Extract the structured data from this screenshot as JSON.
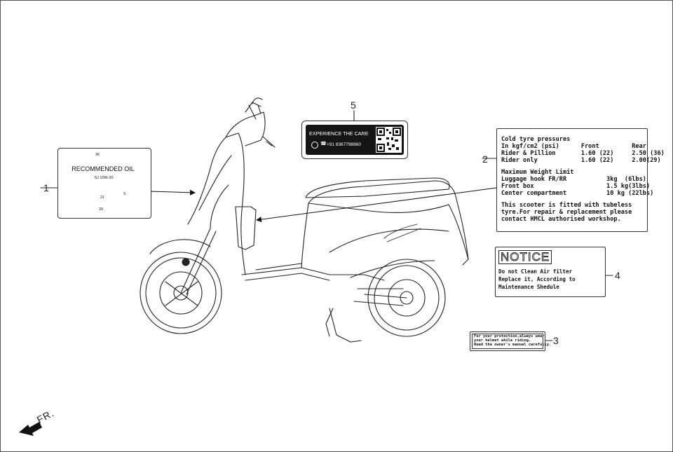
{
  "callouts": [
    "1",
    "2",
    "3",
    "4",
    "5"
  ],
  "direction_label": "FR.",
  "label1": {
    "title": "RECOMMENDED OIL",
    "grade": "SJ 10W-30",
    "dims": [
      "36",
      "21",
      "9",
      "39"
    ]
  },
  "label2": {
    "lines": [
      "Cold tyre pressures",
      "In kgf/cm2 (psi)      Front         Rear",
      "Rider & Pillion       1.60 (22)     2.50 (36)",
      "Rider only            1.60 (22)     2.00(29)",
      "",
      "Maximum Weight Limit",
      "Luggage hook FR/RR           3kg  (6lbs)",
      "Front box                    1.5 kg(3lbs)",
      "Center compartment           10 kg (22lbs)",
      "",
      "This scooter is fitted with tubeless",
      "tyre.For repair & replacement please",
      "contact HMCL authorised workshop."
    ]
  },
  "label3": {
    "lines": [
      "For your protection,always wear",
      "your helmet while riding.",
      "Read the owner's manual carefully."
    ]
  },
  "label4": {
    "title": "NOTICE",
    "lines": [
      "Do not Clean Air filter",
      "Replace it, According to",
      "Maintenance Shedule"
    ]
  },
  "label5": {
    "title": "EXPERIENCE THE CARE",
    "phone": "+91 8367798960"
  }
}
